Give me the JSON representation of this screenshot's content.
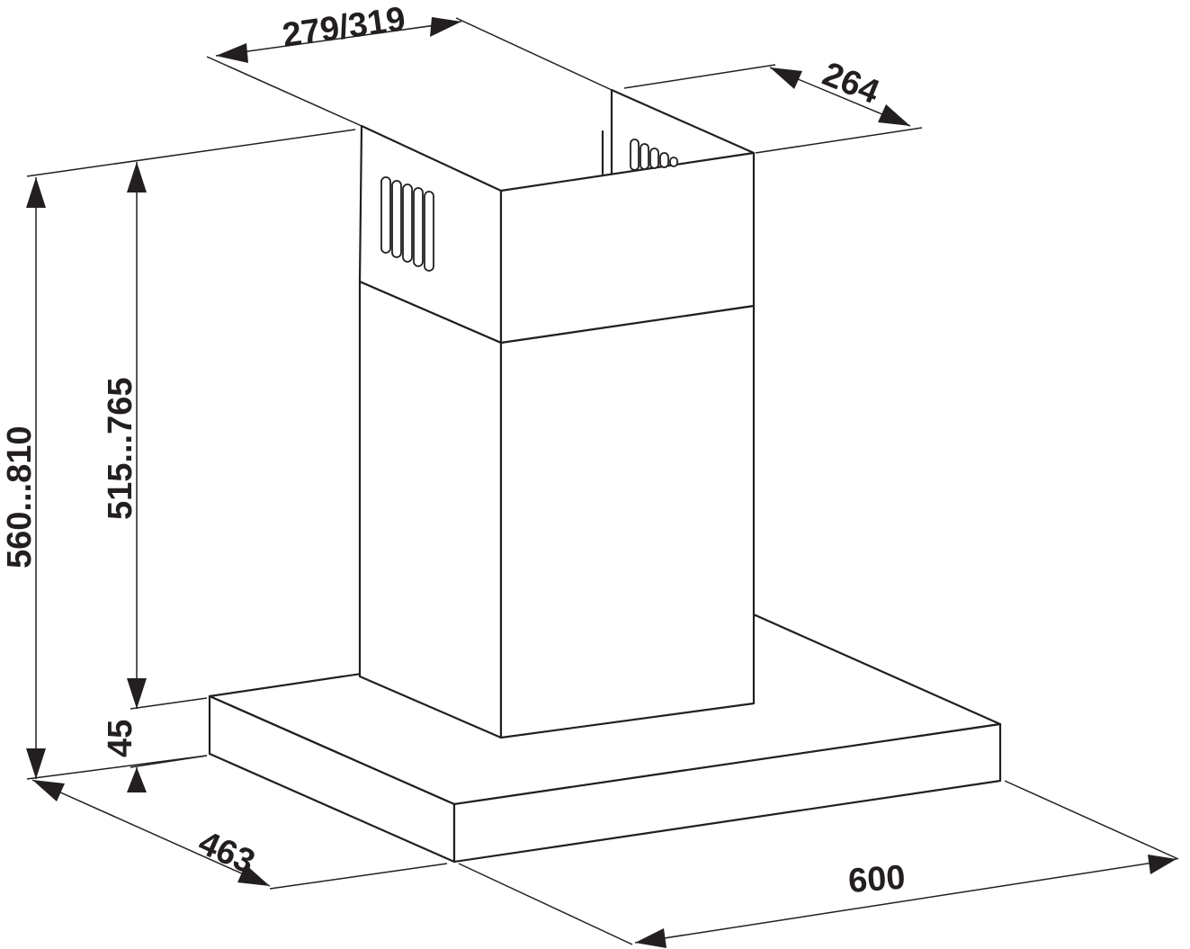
{
  "dimensions": {
    "chimney_width": "279/319",
    "chimney_depth": "264",
    "total_height": "560...810",
    "chimney_height": "515...765",
    "canopy_height": "45",
    "canopy_depth": "463",
    "canopy_width": "600"
  }
}
